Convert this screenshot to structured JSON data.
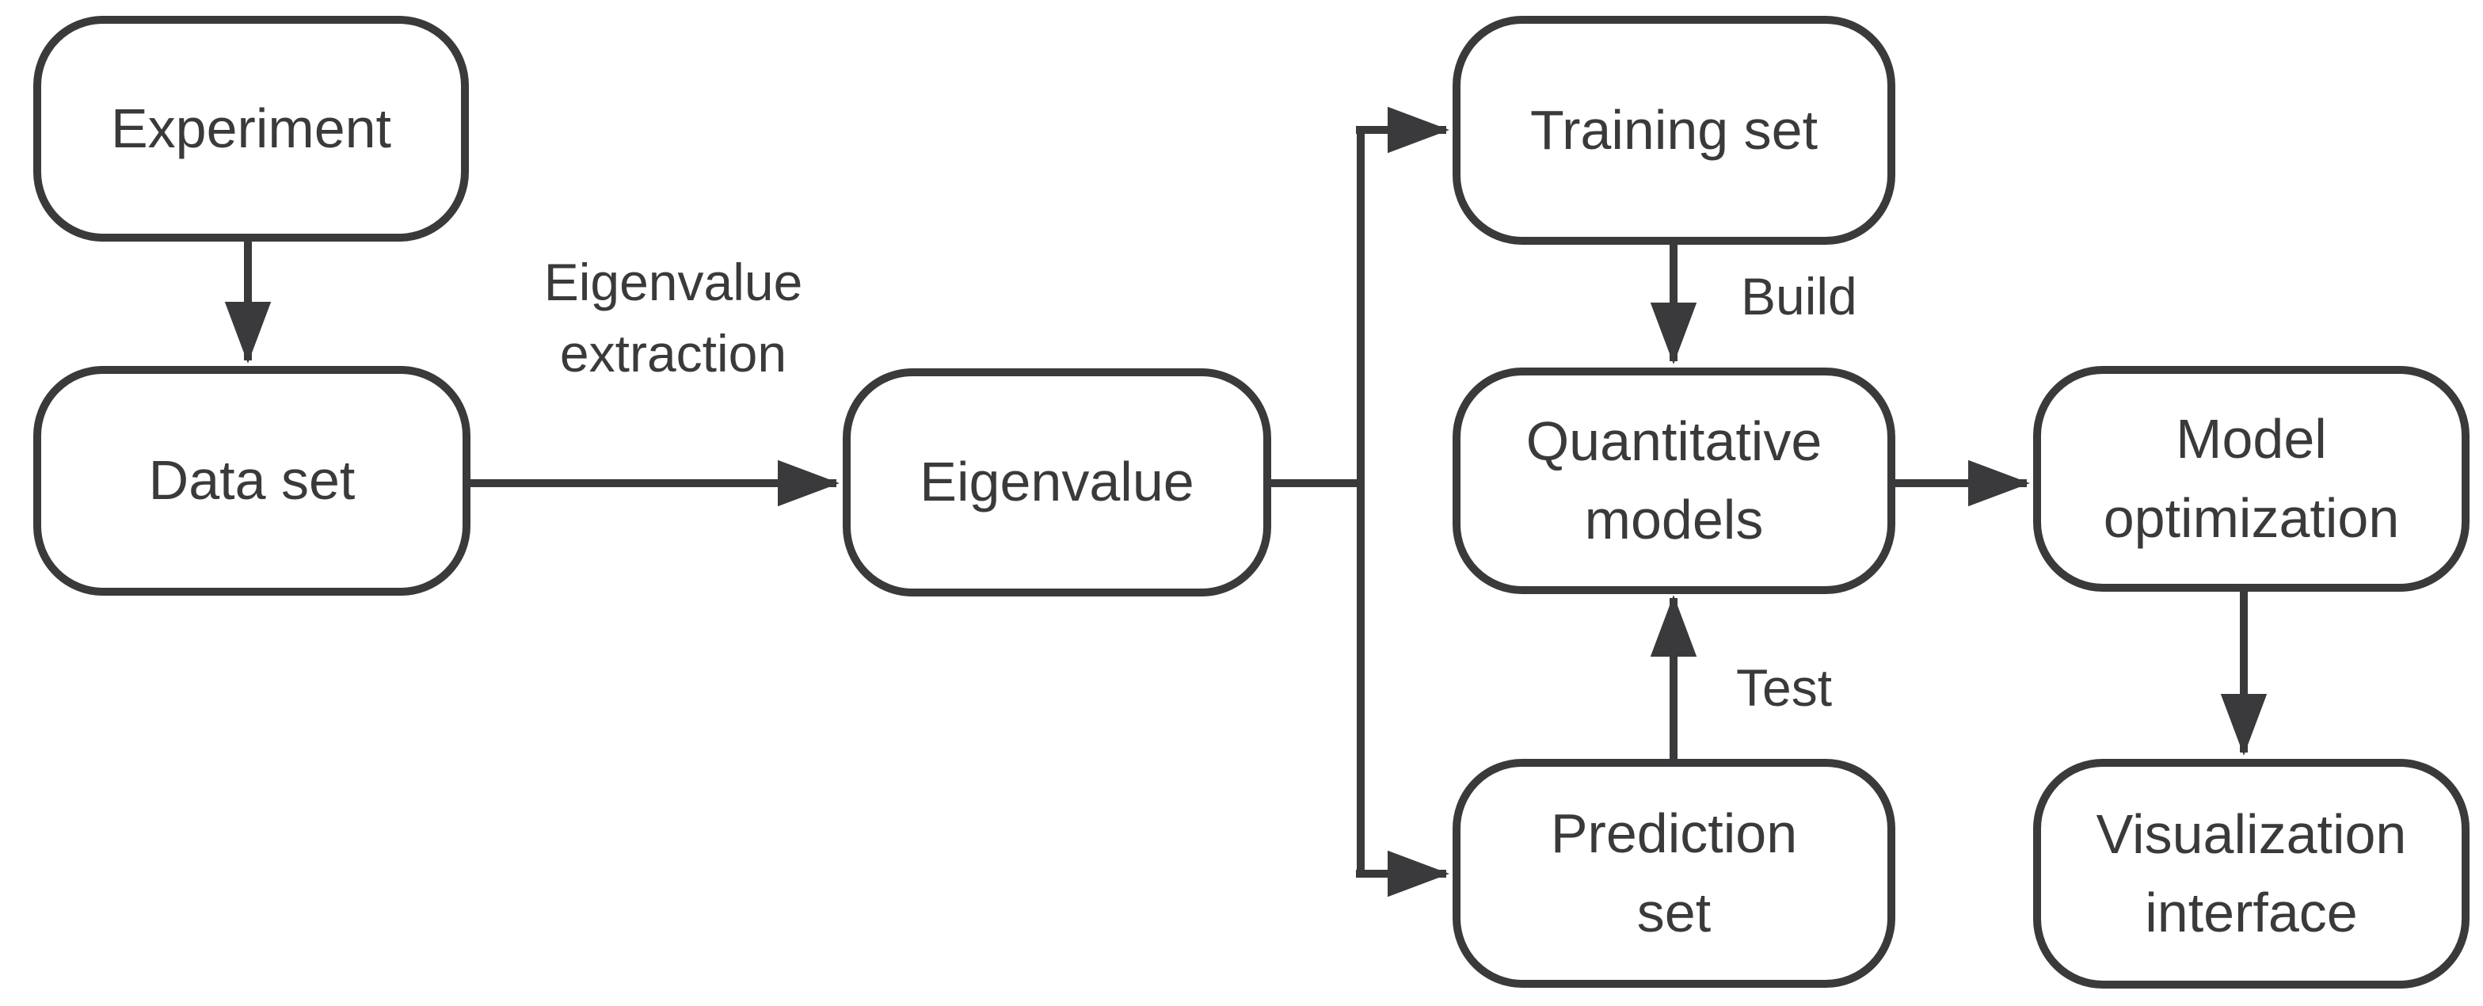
{
  "diagram": {
    "type": "flowchart",
    "colors": {
      "background": "#ffffff",
      "stroke": "#3a3a3c",
      "text": "#3a3a3c",
      "node_fill": "#ffffff"
    },
    "nodes": {
      "experiment": {
        "label": "Experiment"
      },
      "data_set": {
        "label": "Data set"
      },
      "eigenvalue": {
        "label": "Eigenvalue"
      },
      "training_set": {
        "label": "Training set"
      },
      "quantitative_models": {
        "label": "Quantitative models"
      },
      "prediction_set": {
        "label": "Prediction set"
      },
      "model_optimization": {
        "label": "Model optimization"
      },
      "visualization_interface": {
        "label": "Visualization interface"
      }
    },
    "edge_labels": {
      "eigenvalue_extraction": "Eigenvalue extraction",
      "build": "Build",
      "test": "Test"
    },
    "edges": [
      "Experiment -> Data set",
      "Data set -> Eigenvalue (Eigenvalue extraction)",
      "Eigenvalue -> Training set",
      "Eigenvalue -> Prediction set",
      "Training set -> Quantitative models (Build)",
      "Prediction set -> Quantitative models (Test)",
      "Quantitative models -> Model optimization",
      "Model optimization -> Visualization interface"
    ]
  }
}
